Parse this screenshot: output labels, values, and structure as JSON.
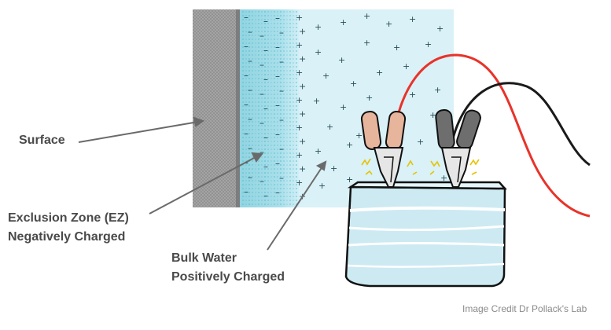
{
  "labels": {
    "surface": "Surface",
    "ez_line1": "Exclusion Zone (EZ)",
    "ez_line2": "Negatively Charged",
    "bulk_line1": "Bulk Water",
    "bulk_line2": "Positively Charged"
  },
  "credit": "Image Credit Dr Pollack's Lab",
  "symbols": {
    "negative": "–",
    "positive": "+"
  },
  "colors": {
    "surface": "#9a9a9a",
    "exclusion_zone": "#3fb4c8",
    "bulk_water": "#d9f1f7",
    "battery_water": "#cdeaf3",
    "red_cable": "#e8332a",
    "black_cable": "#1a1a1a",
    "clip_copper": "#e7b59c",
    "clip_gray": "#6e6e6e",
    "spark": "#e6c300",
    "label_text": "#4a4a4a",
    "pointer_line": "#6a6a6a"
  }
}
